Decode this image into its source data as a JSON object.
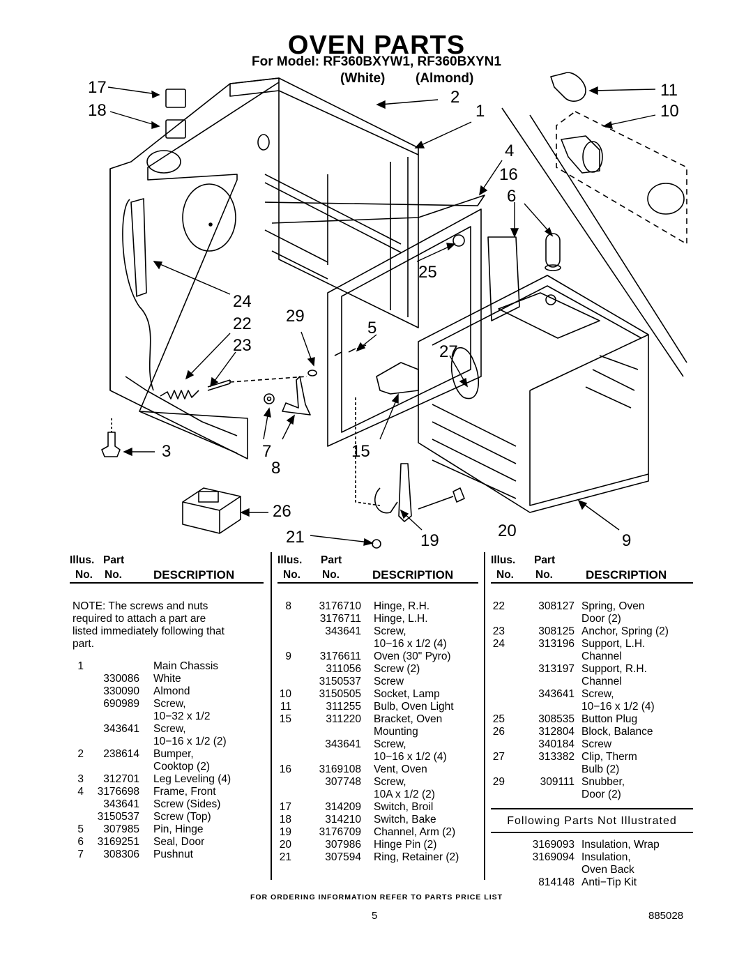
{
  "title": "OVEN PARTS",
  "model_line": "For Model: RF360BXYW1, RF360BXYN1",
  "variants": [
    "(White)",
    "(Almond)"
  ],
  "callouts": [
    "17",
    "18",
    "11",
    "2",
    "1",
    "10",
    "4",
    "16",
    "6",
    "25",
    "24",
    "22",
    "29",
    "5",
    "23",
    "27",
    "3",
    "7",
    "15",
    "8",
    "26",
    "21",
    "19",
    "20",
    "9"
  ],
  "table_headers": {
    "illus": "Illus.",
    "no": "No.",
    "part": "Part",
    "part_no": "No.",
    "description": "DESCRIPTION"
  },
  "note": "NOTE: The screws and nuts required to attach a part are listed immediately following that part.",
  "col1": [
    [
      "1",
      "",
      "Main Chassis"
    ],
    [
      "",
      "330086",
      "White"
    ],
    [
      "",
      "330090",
      "Almond"
    ],
    [
      "",
      "690989",
      "Screw,"
    ],
    [
      "",
      "",
      "10−32 x 1/2"
    ],
    [
      "",
      "343641",
      "Screw,"
    ],
    [
      "",
      "",
      "10−16 x 1/2 (2)"
    ],
    [
      "2",
      "238614",
      "Bumper,"
    ],
    [
      "",
      "",
      "Cooktop (2)"
    ],
    [
      "3",
      "312701",
      "Leg Leveling (4)"
    ],
    [
      "4",
      "3176698",
      "Frame, Front"
    ],
    [
      "",
      "343641",
      "Screw (Sides)"
    ],
    [
      "",
      "3150537",
      "Screw  (Top)"
    ],
    [
      "5",
      "307985",
      "Pin, Hinge"
    ],
    [
      "6",
      "3169251",
      "Seal, Door"
    ],
    [
      "7",
      "308306",
      "Pushnut"
    ]
  ],
  "col2": [
    [
      "8",
      "3176710",
      "Hinge, R.H."
    ],
    [
      "",
      "3176711",
      "Hinge, L.H."
    ],
    [
      "",
      "343641",
      "Screw,"
    ],
    [
      "",
      "",
      "10−16 x 1/2 (4)"
    ],
    [
      "9",
      "3176611",
      "Oven (30\" Pyro)"
    ],
    [
      "",
      "311056",
      "Screw (2)"
    ],
    [
      "",
      "3150537",
      "Screw"
    ],
    [
      "10",
      "3150505",
      "Socket, Lamp"
    ],
    [
      "11",
      "311255",
      "Bulb, Oven Light"
    ],
    [
      "15",
      "311220",
      "Bracket, Oven"
    ],
    [
      "",
      "",
      "Mounting"
    ],
    [
      "",
      "343641",
      "Screw,"
    ],
    [
      "",
      "",
      "10−16 x 1/2 (4)"
    ],
    [
      "16",
      "3169108",
      "Vent, Oven"
    ],
    [
      "",
      "307748",
      "Screw,"
    ],
    [
      "",
      "",
      "10A x 1/2 (2)"
    ],
    [
      "17",
      "314209",
      "Switch, Broil"
    ],
    [
      "18",
      "314210",
      "Switch, Bake"
    ],
    [
      "19",
      "3176709",
      "Channel, Arm (2)"
    ],
    [
      "20",
      "307986",
      "Hinge Pin (2)"
    ],
    [
      "21",
      "307594",
      "Ring, Retainer (2)"
    ]
  ],
  "col3": [
    [
      "22",
      "308127",
      "Spring, Oven"
    ],
    [
      "",
      "",
      "Door (2)"
    ],
    [
      "23",
      "308125",
      "Anchor, Spring (2)"
    ],
    [
      "24",
      "313196",
      "Support, L.H."
    ],
    [
      "",
      "",
      "Channel"
    ],
    [
      "",
      "313197",
      "Support, R.H."
    ],
    [
      "",
      "",
      "Channel"
    ],
    [
      "",
      "343641",
      "Screw,"
    ],
    [
      "",
      "",
      "10−16 x 1/2 (4)"
    ],
    [
      "25",
      "308535",
      "Button Plug"
    ],
    [
      "26",
      "312804",
      "Block, Balance"
    ],
    [
      "",
      "340184",
      "Screw"
    ],
    [
      "27",
      "313382",
      "Clip, Therm"
    ],
    [
      "",
      "",
      "Bulb (2)"
    ],
    [
      "29",
      "309111",
      "Snubber,"
    ],
    [
      "",
      "",
      "Door (2)"
    ]
  ],
  "not_illustrated_heading": "Following Parts Not Illustrated",
  "not_illustrated": [
    [
      "",
      "3169093",
      "Insulation, Wrap"
    ],
    [
      "",
      "3169094",
      "Insulation,"
    ],
    [
      "",
      "",
      "Oven Back"
    ],
    [
      "",
      "814148",
      "Anti−Tip Kit"
    ]
  ],
  "footer": "FOR ORDERING INFORMATION REFER TO PARTS PRICE LIST",
  "page_number": "5",
  "doc_number": "885028"
}
